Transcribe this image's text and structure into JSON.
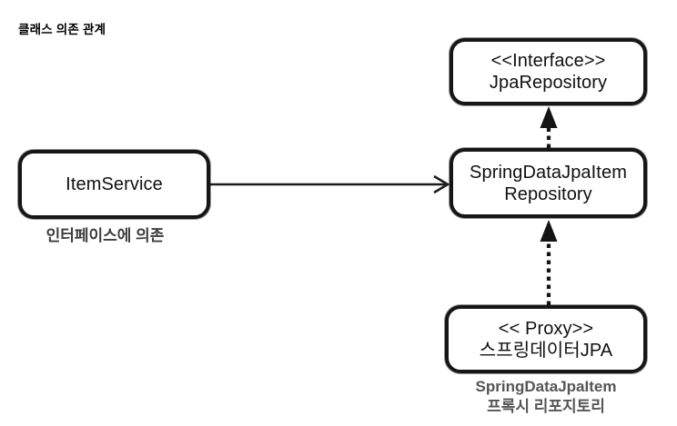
{
  "title": "클래스 의존 관계",
  "diagram": {
    "nodes": {
      "jpa_repository": {
        "line1": "<<Interface>>",
        "line2": "JpaRepository"
      },
      "item_service": {
        "label": "ItemService",
        "caption": "인터페이스에 의존"
      },
      "spring_data_jpa_item_repository": {
        "line1": "SpringDataJpaItem",
        "line2": "Repository"
      },
      "proxy": {
        "line1": "<< Proxy>>",
        "line2": "스프링데이터JPA",
        "caption_line1": "SpringDataJpaItem",
        "caption_line2": "프록시 리포지토리"
      }
    },
    "edges": [
      {
        "from": "ItemService",
        "to": "SpringDataJpaItemRepository",
        "style": "solid",
        "head": "open-arrow"
      },
      {
        "from": "SpringDataJpaItemRepository",
        "to": "JpaRepository",
        "style": "dotted",
        "head": "filled-triangle"
      },
      {
        "from": "Proxy",
        "to": "SpringDataJpaItemRepository",
        "style": "dotted",
        "head": "filled-triangle"
      }
    ],
    "colors": {
      "background": "#ffffff",
      "box_border": "#161616",
      "box_fill": "#ffffff",
      "box_text": "#101010",
      "arrow": "#1c1c1c",
      "caption_dark_gray": "#3c3c3c",
      "caption_gray": "#555555",
      "title_text": "#000000"
    }
  }
}
